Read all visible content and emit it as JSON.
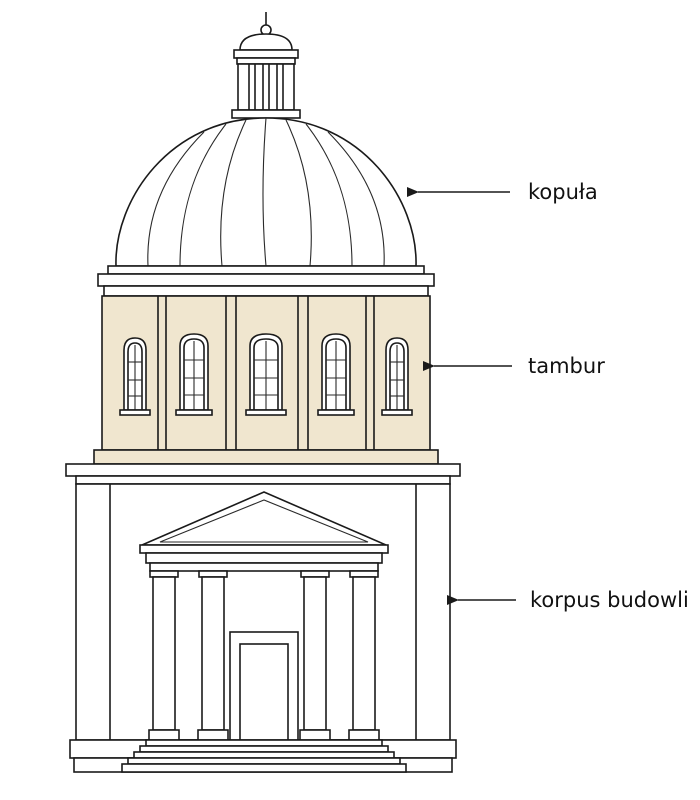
{
  "labels": {
    "dome": "kopuła",
    "drum": "tambur",
    "body": "korpus budowli"
  },
  "colors": {
    "drum_fill": "#f0e6cf",
    "line": "#1a1a1a",
    "background": "#ffffff"
  },
  "icons": {
    "pointer": "left-arrow-icon"
  }
}
